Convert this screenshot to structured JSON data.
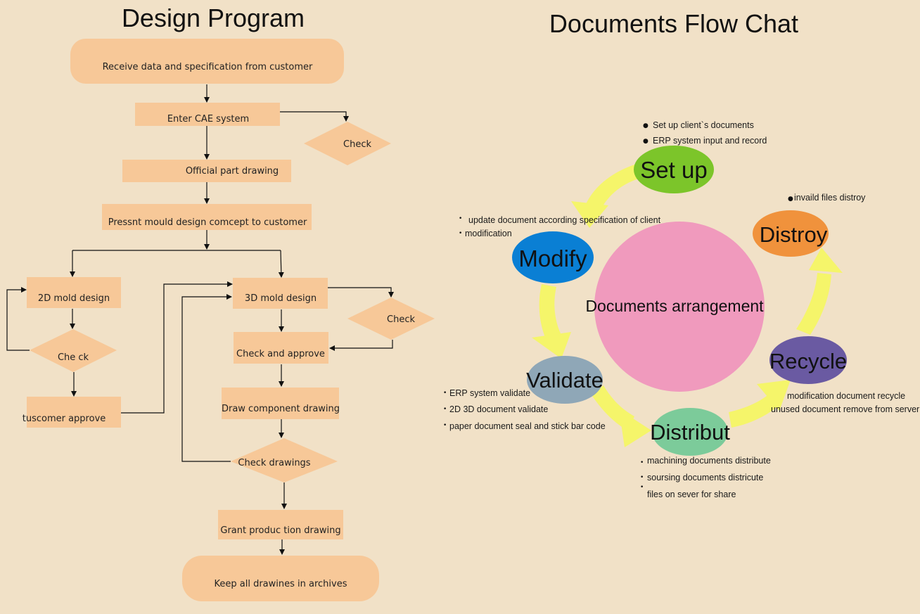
{
  "left": {
    "title": "Design Program",
    "nodes": {
      "receive": "Receive data and specification from customer",
      "cae": "Enter CAE system",
      "check1": "Check",
      "official": "Official part drawing",
      "present": "Pressnt mould design comcept to customer",
      "mold2d": "2D mold design",
      "check2d": "Che ck",
      "tuscomer": "tuscomer approve",
      "mold3d": "3D mold design",
      "check3d": "Check",
      "check_approve": "Check and approve",
      "component": "Draw component drawing",
      "check_drawings": "Check drawings",
      "grant": "Grant produc tion drawing",
      "keep": "Keep all drawines in archives"
    }
  },
  "right": {
    "title": "Documents Flow Chat",
    "center": "Documents arrangement",
    "stages": {
      "setup": "Set up",
      "modify": "Modify",
      "validate": "Validate",
      "distribut": "Distribut",
      "recycle": "Recycle",
      "distroy": "Distroy"
    },
    "notes": {
      "setup": [
        "Set up client`s documents",
        "ERP system input and record"
      ],
      "modify": [
        "update document according specification of client",
        "modification"
      ],
      "validate": [
        "ERP system validate",
        "2D 3D document validate",
        "paper document seal and stick bar code"
      ],
      "distribut": [
        "machining documents distribute",
        "soursing documents districute",
        "files on sever for share"
      ],
      "recycle": [
        "modification document recycle",
        "unused document remove from server"
      ],
      "distroy": [
        "invaild files distroy"
      ]
    },
    "colors": {
      "setup": "#7cc52a",
      "modify": "#0a7fd4",
      "validate": "#8fa7b7",
      "distribut": "#7ccb9a",
      "recycle": "#6a5aa2",
      "distroy": "#f0923c",
      "center": "#f09abd",
      "arrows": "#f5f56a"
    }
  }
}
